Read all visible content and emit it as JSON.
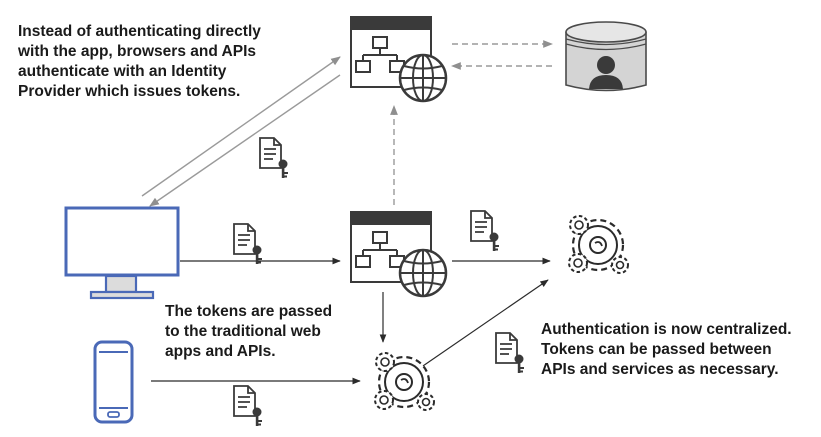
{
  "annotations": {
    "identity_provider_note": "Instead of authenticating directly\nwith the app, browsers and APIs\nauthenticate with an Identity\nProvider which issues tokens.",
    "tokens_passed_note": "The tokens are passed\nto the traditional web\napps and APIs.",
    "centralized_note": "Authentication is now centralized.\nTokens can be passed between\nAPIs and services as necessary."
  },
  "icons": {
    "identity_provider": "web-app-globe-icon",
    "user_store": "user-database-icon",
    "web_app": "web-app-globe-icon",
    "browser": "desktop-monitor-icon",
    "mobile": "smartphone-icon",
    "api_service": "gears-icon",
    "other_service": "gears-icon",
    "token": "document-key-icon"
  },
  "colors": {
    "accent_blue": "#4a69b7",
    "window_dark": "#3a3a3a",
    "arrow_gray": "#9a9a9a"
  }
}
